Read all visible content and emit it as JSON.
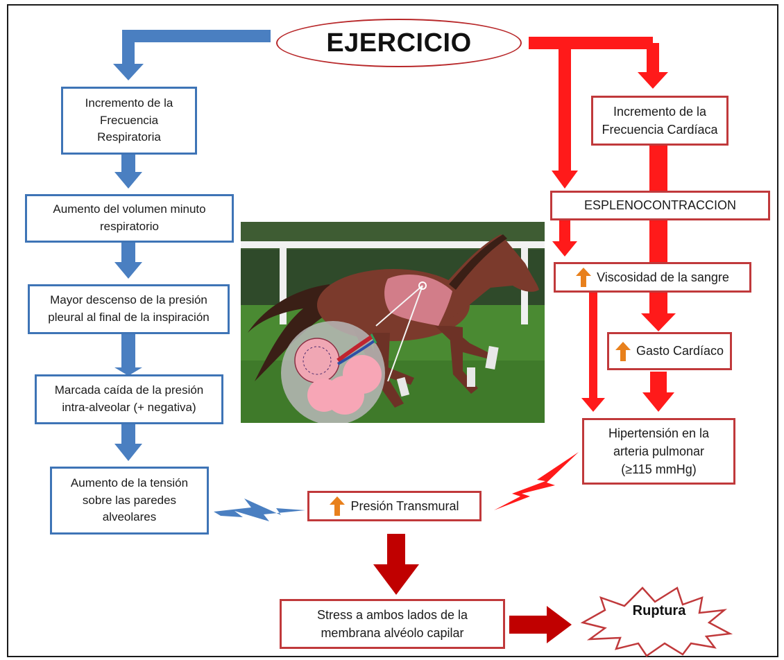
{
  "title": "EJERCICIO",
  "left_chain": {
    "box1": "Incremento de la\nFrecuencia\nRespiratoria",
    "box2": "Aumento del volumen minuto\nrespiratorio",
    "box3": "Mayor descenso de la presión\npleural al final de la inspiración",
    "box4": "Marcada caída de la presión\nintra-alveolar (+ negativa)",
    "box5": "Aumento de la tensión\nsobre las paredes\nalveolares"
  },
  "right_chain": {
    "heart_rate": "Incremento de la\nFrecuencia Cardíaca",
    "splenic": "ESPLENOCONTRACCION",
    "viscosity": "Viscosidad de la sangre",
    "cardiac_output": "Gasto Cardíaco",
    "hypertension": "Hipertensión en la\narteria pulmonar\n(≥115 mmHg)"
  },
  "center": {
    "transmural": "Presión Transmural",
    "stress": "Stress a ambos lados de la\nmembrana alvéolo capilar",
    "rupture": "Ruptura"
  },
  "icons": {
    "increase_arrow": "up-arrow-icon"
  },
  "colors": {
    "blue_flow": "#4a7fc1",
    "blue_border": "#3e74b6",
    "red_flow": "#ff1a1a",
    "red_border": "#c0393b",
    "dark_red_flow": "#c00000",
    "increase_arrow": "#e8801c"
  }
}
